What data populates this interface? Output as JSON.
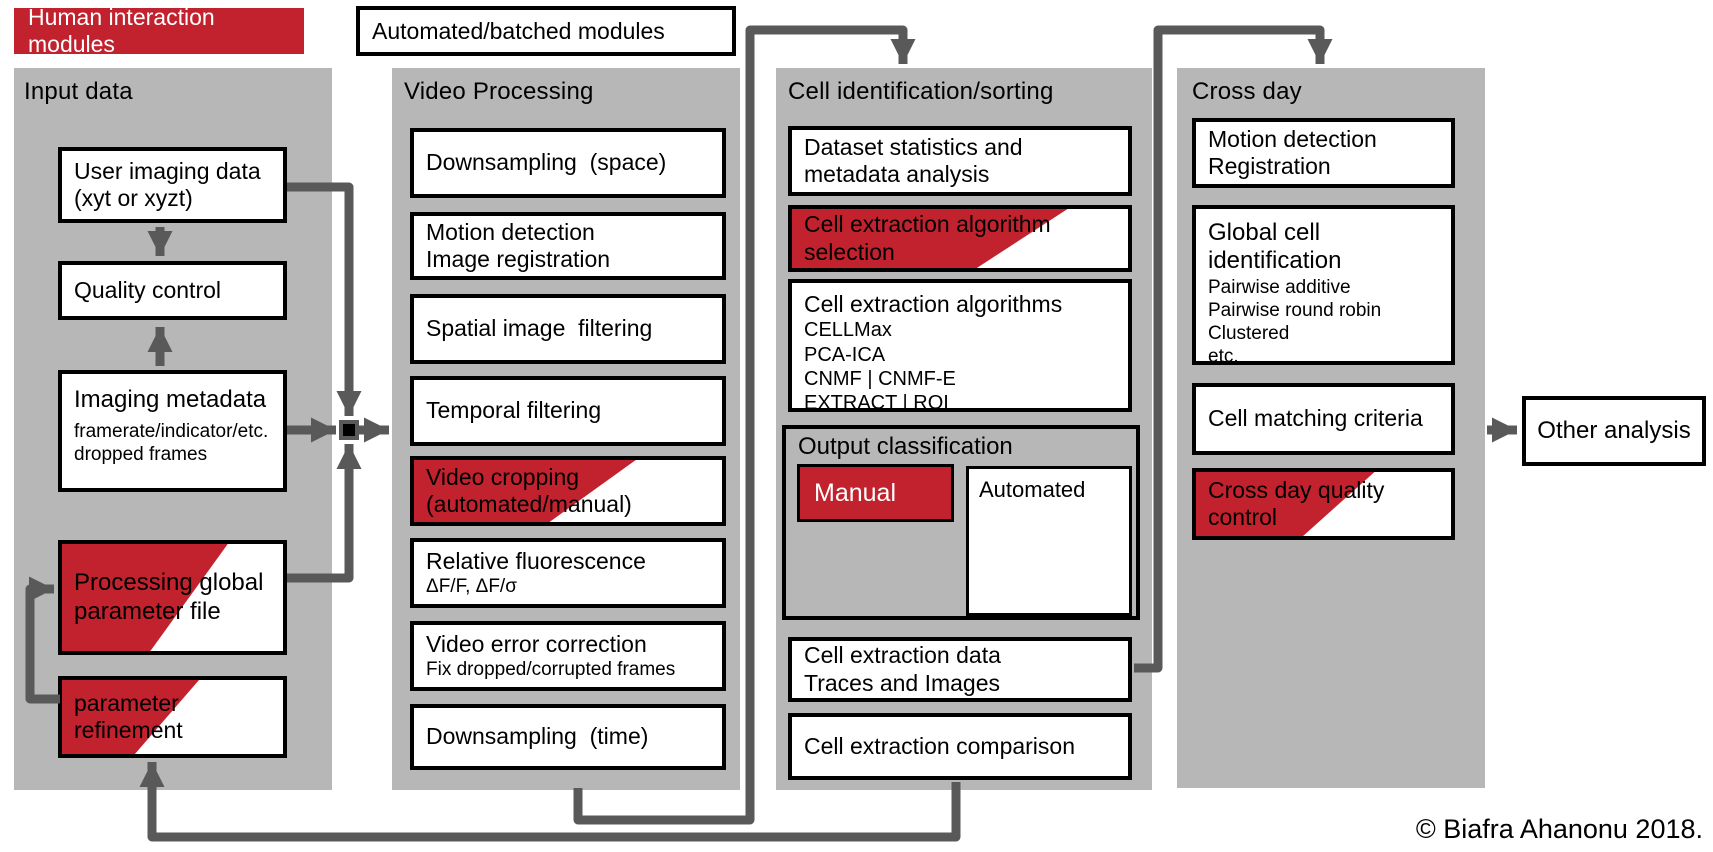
{
  "legend": {
    "human_modules": "Human interaction modules",
    "automated_modules": "Automated/batched modules"
  },
  "columns": {
    "input": {
      "title": "Input data",
      "user_imaging": {
        "l1": "User imaging data",
        "l2": "(xyt or xyzt)"
      },
      "quality_control": "Quality control",
      "imaging_metadata": {
        "title": "Imaging metadata",
        "s1": "framerate/indicator/etc.",
        "s2": "dropped frames"
      },
      "processing_global": {
        "l1": "Processing global",
        "l2": "parameter file"
      },
      "parameter_refinement": {
        "l1": "parameter",
        "l2": "refinement"
      }
    },
    "video": {
      "title": "Video Processing",
      "downsampling_space": "Downsampling  (space)",
      "motion_detection": {
        "l1": "Motion detection",
        "l2": "Image registration"
      },
      "spatial_filtering": "Spatial image  filtering",
      "temporal_filtering": "Temporal filtering",
      "video_cropping": {
        "l1": "Video cropping",
        "l2": "(automated/manual)"
      },
      "relative_fluorescence": {
        "title": "Relative fluorescence",
        "sub": "ΔF/F, ΔF/σ"
      },
      "video_error": {
        "title": "Video error correction",
        "sub": "Fix dropped/corrupted frames"
      },
      "downsampling_time": "Downsampling  (time)"
    },
    "cell": {
      "title": "Cell identification/sorting",
      "dataset_stats": {
        "l1": "Dataset statistics and",
        "l2": "metadata analysis"
      },
      "algorithm_selection": {
        "l1": "Cell extraction algorithm",
        "l2": "selection"
      },
      "algorithms": {
        "title": "Cell extraction algorithms",
        "items": [
          "CELLMax",
          "PCA-ICA",
          "CNMF | CNMF-E",
          "EXTRACT | ROI"
        ]
      },
      "output_classification": {
        "title": "Output classification",
        "manual": "Manual",
        "automated": "Automated"
      },
      "extraction_data": {
        "l1": "Cell extraction data",
        "l2": "Traces and Images"
      },
      "extraction_comparison": "Cell extraction comparison"
    },
    "crossday": {
      "title": "Cross day",
      "motion_registration": {
        "l1": "Motion detection",
        "l2": "Registration"
      },
      "global_cell": {
        "l1": "Global cell",
        "l2": "identification",
        "items": [
          "Pairwise additive",
          "Pairwise round robin",
          "Clustered",
          "etc."
        ]
      },
      "matching_criteria": "Cell matching criteria",
      "quality_control": {
        "l1": "Cross day quality",
        "l2": "control"
      }
    }
  },
  "other_analysis": "Other analysis",
  "copyright": "© Biafra Ahanonu 2018.",
  "colors": {
    "red": "#c2222d",
    "column_gray": "#b7b7b7",
    "line_gray": "#595959"
  }
}
